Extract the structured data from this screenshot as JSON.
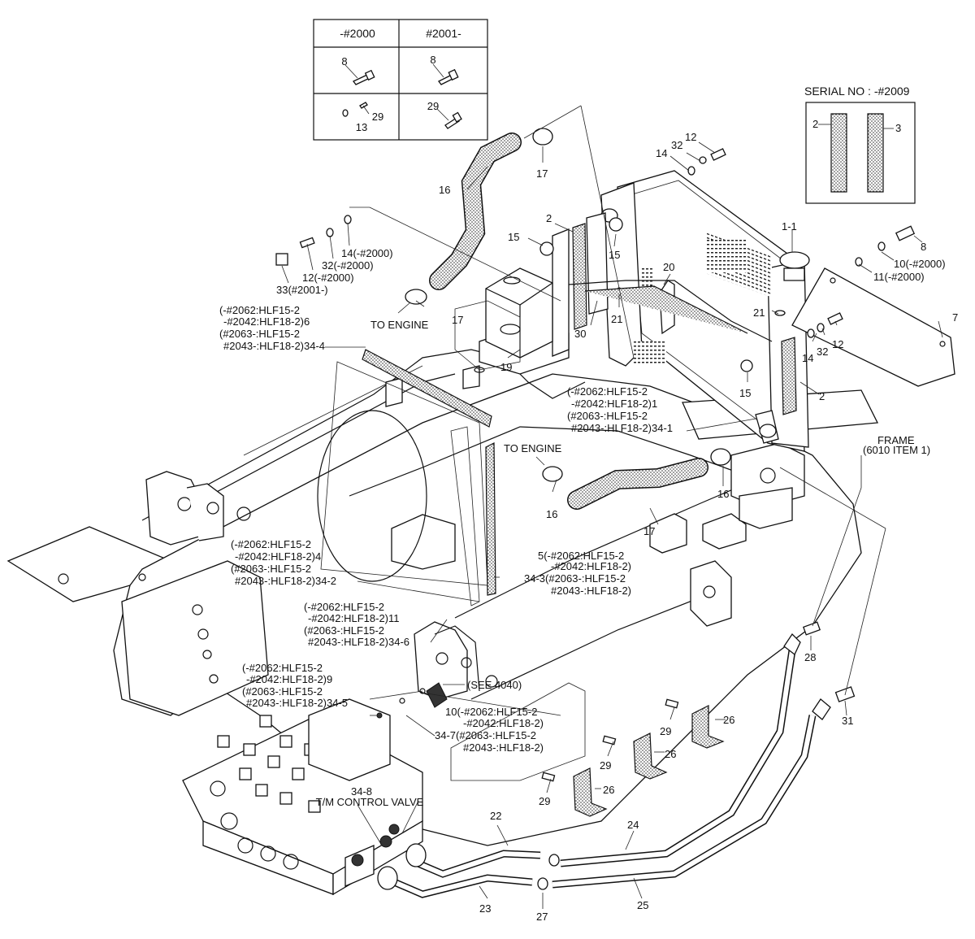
{
  "inset_table": {
    "headers": [
      "-#2000",
      "#2001-"
    ],
    "cells": [
      {
        "labels": [
          "8"
        ]
      },
      {
        "labels": [
          "8"
        ]
      },
      {
        "labels": [
          "29",
          "13"
        ]
      },
      {
        "labels": [
          "29"
        ]
      }
    ]
  },
  "serial_box": {
    "title": "SERIAL NO : -#2009",
    "labels": [
      "2",
      "3"
    ]
  },
  "labels": [
    {
      "id": "p16a",
      "text": "16"
    },
    {
      "id": "p17a",
      "text": "17"
    },
    {
      "id": "p12a",
      "text": "12"
    },
    {
      "id": "p32a",
      "text": "32"
    },
    {
      "id": "p14a",
      "text": "14"
    },
    {
      "id": "p2a",
      "text": "2"
    },
    {
      "id": "p15a",
      "text": "15"
    },
    {
      "id": "p15b",
      "text": "15"
    },
    {
      "id": "p1_1",
      "text": "1-1"
    },
    {
      "id": "p8",
      "text": "8"
    },
    {
      "id": "p10",
      "text": "10(-#2000)"
    },
    {
      "id": "p11",
      "text": "11(-#2000)"
    },
    {
      "id": "p14b",
      "text": "14(-#2000)"
    },
    {
      "id": "p32b",
      "text": "32(-#2000)"
    },
    {
      "id": "p12b",
      "text": "12(-#2000)"
    },
    {
      "id": "p33",
      "text": "33(#2001-)"
    },
    {
      "id": "p20",
      "text": "20"
    },
    {
      "id": "p21a",
      "text": "21"
    },
    {
      "id": "p21b",
      "text": "21"
    },
    {
      "id": "p30",
      "text": "30"
    },
    {
      "id": "p7",
      "text": "7"
    },
    {
      "id": "p17b",
      "text": "17"
    },
    {
      "id": "toeng1",
      "text": "TO ENGINE"
    },
    {
      "id": "p19",
      "text": "19"
    },
    {
      "id": "p14c",
      "text": "14"
    },
    {
      "id": "p32c",
      "text": "32"
    },
    {
      "id": "p12c",
      "text": "12"
    },
    {
      "id": "p15c",
      "text": "15"
    },
    {
      "id": "p2b",
      "text": "2"
    },
    {
      "id": "frame1",
      "text": "FRAME"
    },
    {
      "id": "frame2",
      "text": "(6010 ITEM 1)"
    },
    {
      "id": "toeng2",
      "text": "TO ENGINE"
    },
    {
      "id": "p16b",
      "text": "16"
    },
    {
      "id": "p16c",
      "text": "16"
    },
    {
      "id": "p17c",
      "text": "17"
    },
    {
      "id": "p28",
      "text": "28"
    },
    {
      "id": "p31",
      "text": "31"
    },
    {
      "id": "p29a",
      "text": "29"
    },
    {
      "id": "p26a",
      "text": "26"
    },
    {
      "id": "p29b",
      "text": "29"
    },
    {
      "id": "p26b",
      "text": "26"
    },
    {
      "id": "p29c",
      "text": "29"
    },
    {
      "id": "p26c",
      "text": "26"
    },
    {
      "id": "p22",
      "text": "22"
    },
    {
      "id": "p24",
      "text": "24"
    },
    {
      "id": "p23",
      "text": "23"
    },
    {
      "id": "p27",
      "text": "27"
    },
    {
      "id": "p25",
      "text": "25"
    },
    {
      "id": "p34_8",
      "text": "34-8"
    },
    {
      "id": "tmcv1",
      "text": "T/M CONTROL VALVE"
    },
    {
      "id": "tmcv2",
      "text": "(SEE 4040)"
    }
  ],
  "callout_blocks": [
    {
      "id": "c34_4",
      "lines": [
        "(-#2062:HLF15-2",
        "-#2042:HLF18-2)6",
        "(#2063-:HLF15-2",
        "#2043-:HLF18-2)34-4"
      ]
    },
    {
      "id": "c34_1",
      "lines": [
        "(-#2062:HLF15-2",
        "-#2042:HLF18-2)1",
        "(#2063-:HLF15-2",
        "#2043-:HLF18-2)34-1"
      ]
    },
    {
      "id": "c34_2",
      "lines": [
        "(-#2062:HLF15-2",
        "-#2042:HLF18-2)4",
        "(#2063-:HLF15-2",
        "#2043-:HLF18-2)34-2"
      ]
    },
    {
      "id": "c34_3",
      "lines": [
        "5(-#2062:HLF15-2",
        "-#2042:HLF18-2)",
        "34-3(#2063-:HLF15-2",
        "#2043-:HLF18-2)"
      ]
    },
    {
      "id": "c34_6",
      "lines": [
        "(-#2062:HLF15-2",
        "-#2042:HLF18-2)11",
        "(#2063-:HLF15-2",
        "#2043-:HLF18-2)34-6"
      ]
    },
    {
      "id": "c34_5",
      "lines": [
        "(-#2062:HLF15-2",
        "-#2042:HLF18-2)9",
        "(#2063-:HLF15-2",
        "#2043-:HLF18-2)34-5"
      ]
    },
    {
      "id": "c34_7",
      "lines": [
        "10(-#2062:HLF15-2",
        "-#2042:HLF18-2)",
        "34-7(#2063-:HLF15-2",
        "#2043-:HLF18-2)"
      ]
    }
  ]
}
